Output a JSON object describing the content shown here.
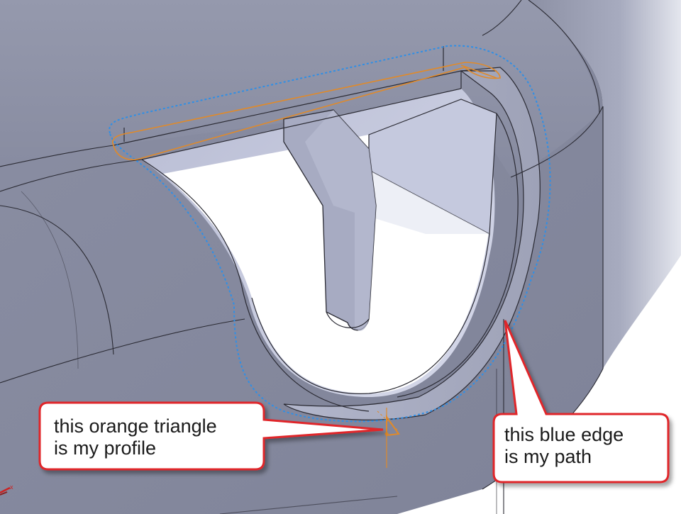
{
  "callouts": {
    "profile": {
      "lines": [
        "this orange triangle",
        "is my profile"
      ]
    },
    "path": {
      "lines": [
        "this blue edge",
        "is my path"
      ]
    }
  },
  "colors": {
    "model_face": "#8f93a8",
    "model_face_light": "#aab0c6",
    "model_face_dark": "#7a7e93",
    "inner_face": "#c3c7dc",
    "edge": "#2a2a33",
    "profile_orange": "#e08a2a",
    "path_blue": "#2f8fe6",
    "callout_fill": "#ffffff",
    "callout_stroke": "#e0262b"
  },
  "icons": {
    "triad": "coordinate-triad-icon"
  }
}
